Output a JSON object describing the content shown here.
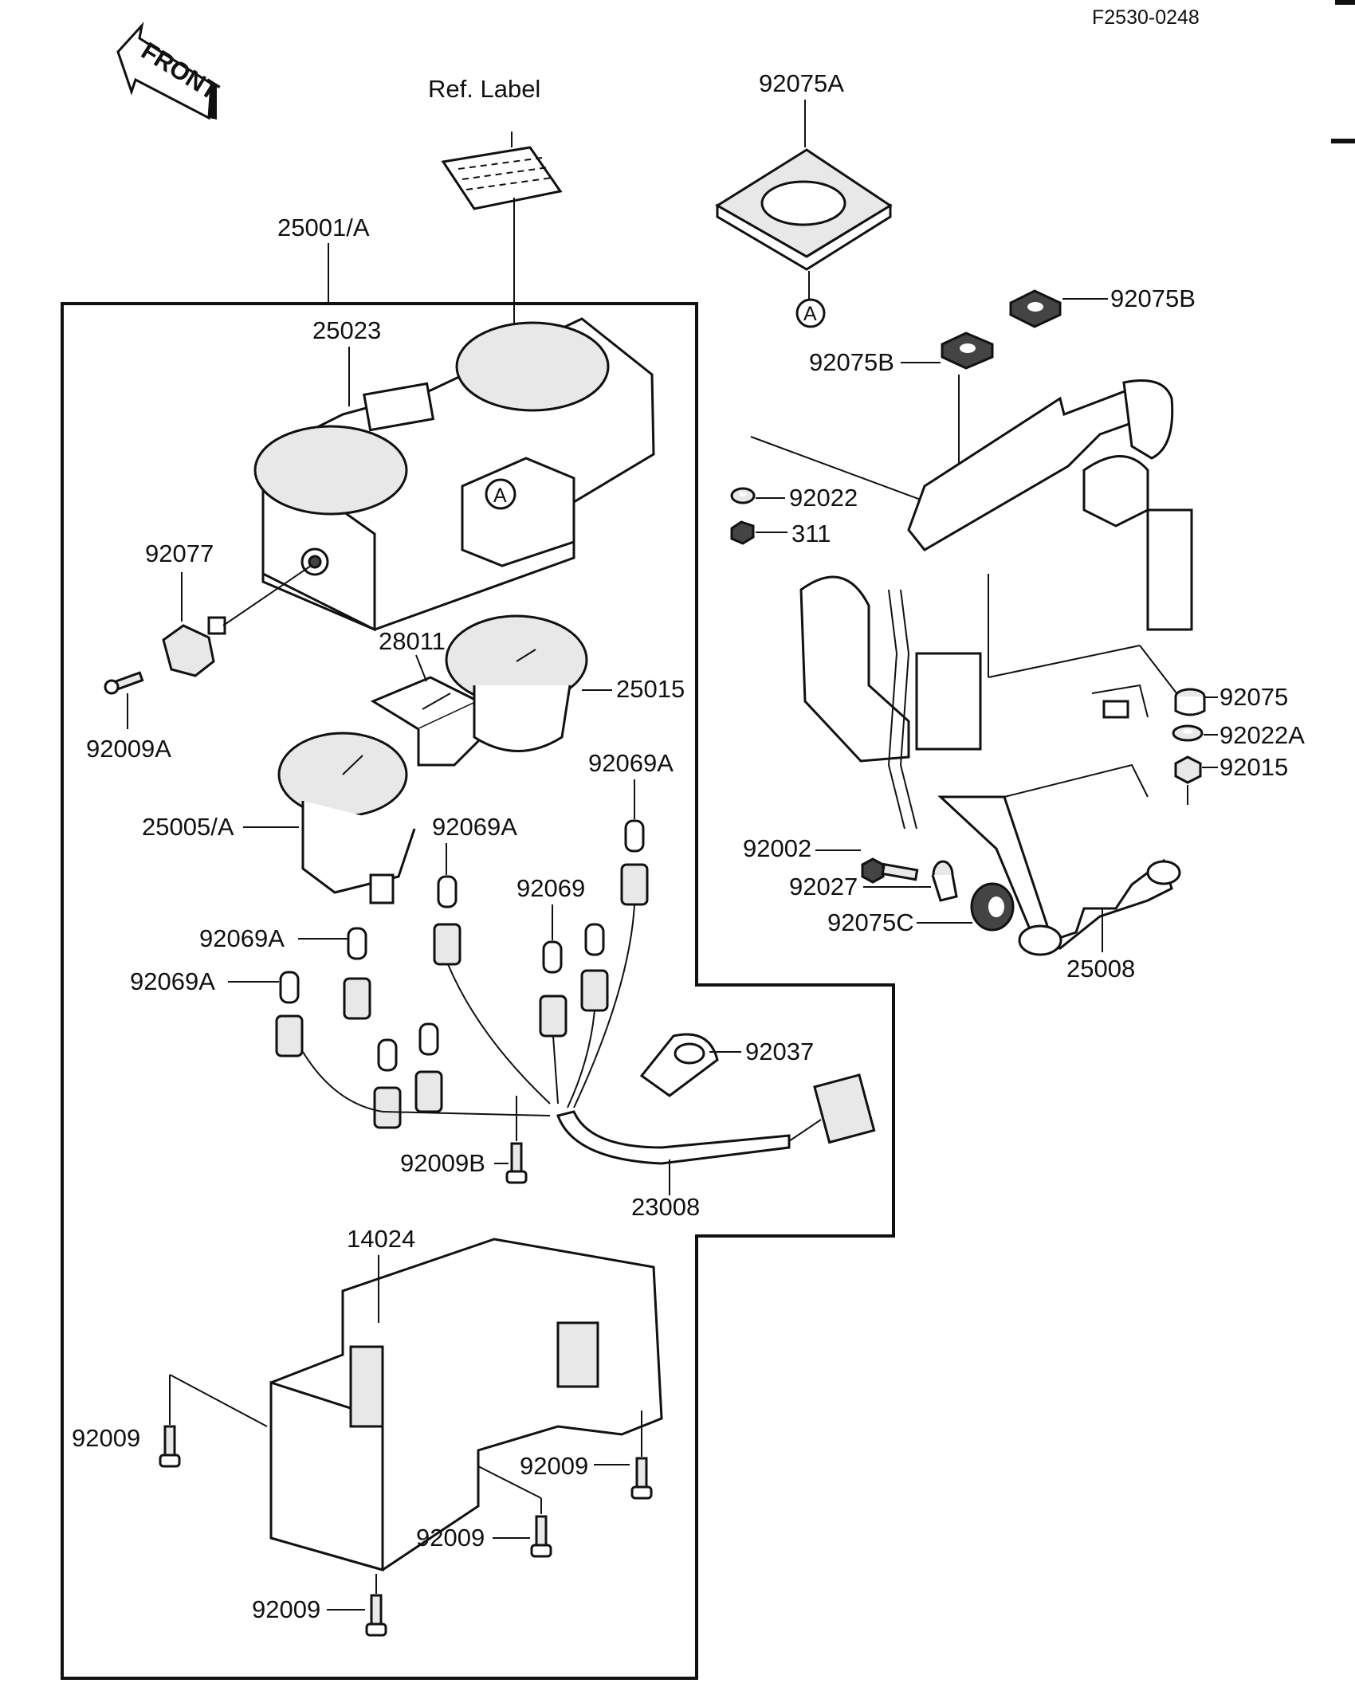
{
  "diagram_code": "F2530-0248",
  "front_arrow_label": "FRONT",
  "circle_ref": "A",
  "labels": {
    "ref_label": "Ref. Label",
    "p25001A": "25001/A",
    "p25023": "25023",
    "p92077": "92077",
    "p92009A": "92009A",
    "p28011": "28011",
    "p25015": "25015",
    "p25005A": "25005/A",
    "p92069A_1": "92069A",
    "p92069A_2": "92069A",
    "p92069": "92069",
    "p92069A_3": "92069A",
    "p92069A_4": "92069A",
    "p92037": "92037",
    "p92009B": "92009B",
    "p23008": "23008",
    "p14024": "14024",
    "p92009_1": "92009",
    "p92009_2": "92009",
    "p92009_3": "92009",
    "p92009_4": "92009",
    "p92075A": "92075A",
    "p92075B_1": "92075B",
    "p92075B_2": "92075B",
    "p92022": "92022",
    "p311": "311",
    "p92075": "92075",
    "p92022A": "92022A",
    "p92015": "92015",
    "p92002": "92002",
    "p92027": "92027",
    "p92075C": "92075C",
    "p25008": "25008"
  }
}
